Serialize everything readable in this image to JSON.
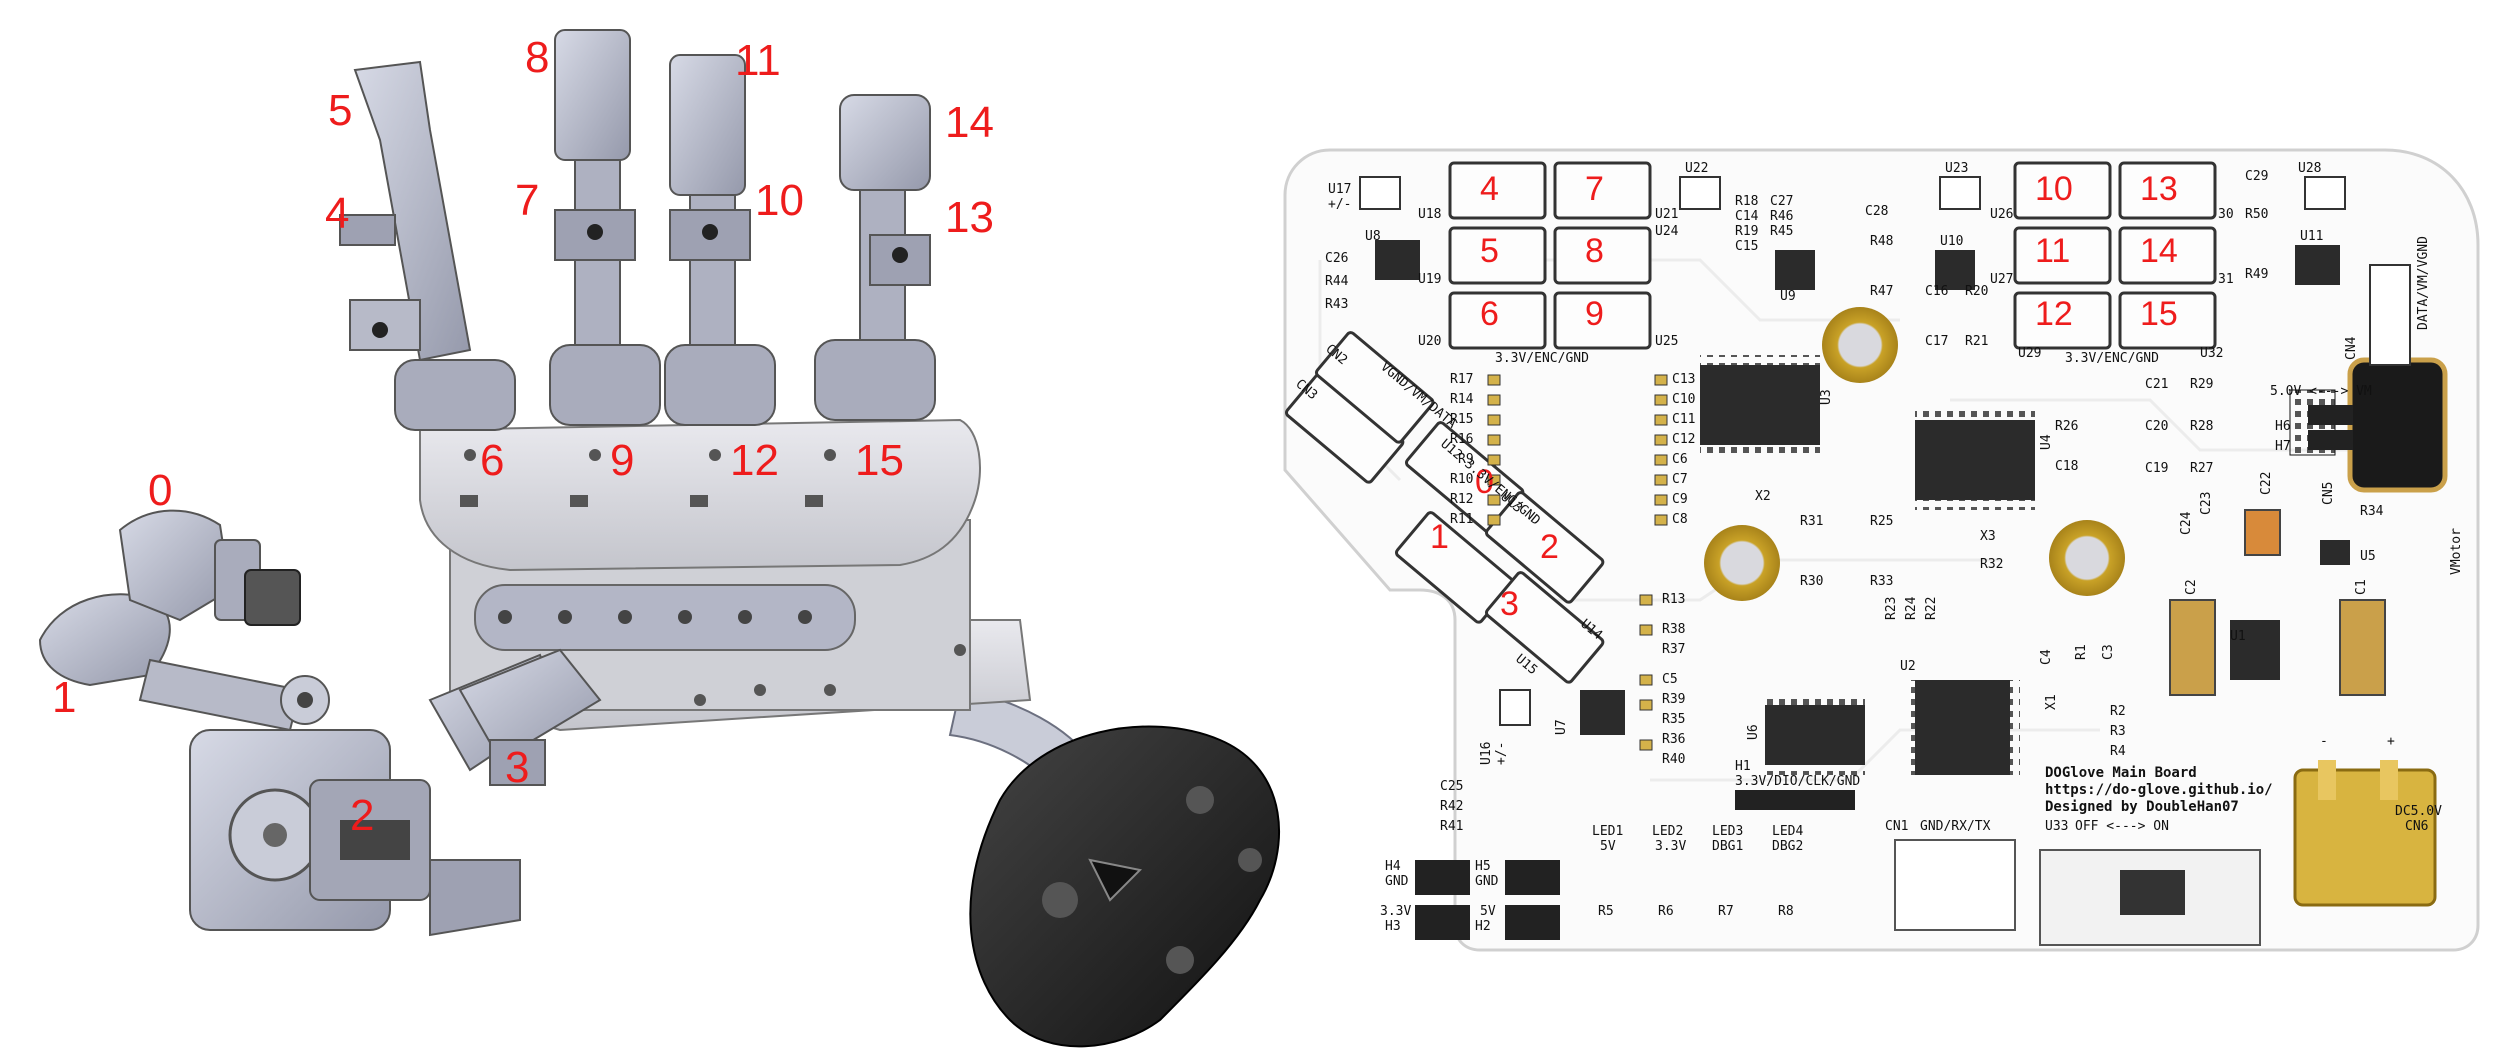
{
  "colors": {
    "label_red": "#ee1c1c",
    "part_gray": "#b9bdcc",
    "part_dark": "#6c7080",
    "pcb_white": "#fbfbfb",
    "gold": "#c9a227",
    "tracker_black": "#2a2a2a"
  },
  "hand": {
    "finger_labels": [
      "0",
      "1",
      "2",
      "3",
      "4",
      "5",
      "6",
      "7",
      "8",
      "9",
      "10",
      "11",
      "12",
      "13",
      "14",
      "15"
    ]
  },
  "pcb": {
    "channel_labels": [
      "0",
      "1",
      "2",
      "3",
      "4",
      "5",
      "6",
      "7",
      "8",
      "9",
      "10",
      "11",
      "12",
      "13",
      "14",
      "15"
    ],
    "connector_labels": {
      "encoder_left": "3.3V/ENC/GND",
      "encoder_right": "3.3V/ENC/GND",
      "vgnd_left": "VGND/VM/DATA",
      "u12_label": "U12 3.3V/ENC/GND",
      "cn4": "DATA/VM/VGND",
      "vmotor": "VMotor",
      "h1": "3.3V/DIO/CLK/GND",
      "cn1": "GND/RX/TX",
      "switch": "OFF <---> ON",
      "jumper": "5.0V <---> VM",
      "power_in": "DC5.0V"
    },
    "board_text": [
      "DOGlove Main Board",
      "https://do-glove.github.io/",
      "Designed by DoubleHan07"
    ],
    "designators": {
      "u17": "U17",
      "u17_sub": "+/-",
      "u18": "U18",
      "u19": "U19",
      "u20": "U20",
      "u21": "U21",
      "u22": "U22",
      "u24": "U24",
      "u25": "U25",
      "u23": "U23",
      "u26": "U26",
      "u27": "U27",
      "u28": "U28",
      "u29": "U29",
      "u30": "30",
      "u31": "31",
      "u32": "U32",
      "u8": "U8",
      "u9": "U9",
      "u10": "U10",
      "u11": "U11",
      "u3": "U3",
      "u4": "U4",
      "u2": "U2",
      "u6": "U6",
      "u7": "U7",
      "u1": "U1",
      "u5": "U5",
      "u12": "U12",
      "u13": "U13",
      "u14": "U14",
      "u15": "U15",
      "u16": "U16",
      "u33": "U33",
      "r18": "R18",
      "c27": "C27",
      "c14": "C14",
      "r46": "R46",
      "r19": "R19",
      "r45": "R45",
      "c15": "C15",
      "c26": "C26",
      "r44": "R44",
      "r43": "R43",
      "c28": "C28",
      "r48": "R48",
      "r47": "R47",
      "c16": "C16",
      "r20": "R20",
      "c17": "C17",
      "r21": "R21",
      "c29": "C29",
      "r50": "R50",
      "r49": "R49",
      "r17": "R17",
      "r14": "R14",
      "r15": "R15",
      "r16": "R16",
      "r9": "R9",
      "r10": "R10",
      "r12": "R12",
      "r11": "R11",
      "c13": "C13",
      "c10": "C10",
      "c11": "C11",
      "c12": "C12",
      "c6": "C6",
      "c7": "C7",
      "c9": "C9",
      "c8": "C8",
      "x2": "X2",
      "x3": "X3",
      "x1": "X1",
      "r31": "R31",
      "r30": "R30",
      "r25": "R25",
      "r33": "R33",
      "r32": "R32",
      "r23": "R23",
      "r24": "R24",
      "r22": "R22",
      "r26": "R26",
      "c18": "C18",
      "c21": "C21",
      "r29": "R29",
      "c20": "C20",
      "r28": "R28",
      "c19": "C19",
      "r27": "R27",
      "c22": "C22",
      "c24": "C24",
      "c23": "C23",
      "r34": "R34",
      "h6": "H6",
      "h7": "H7",
      "cn5": "CN5",
      "cn4": "CN4",
      "cn2": "CN2",
      "cn3": "CN3",
      "cn6": "CN6",
      "cn1": "CN1",
      "r13": "R13",
      "r38": "R38",
      "r37": "R37",
      "c5": "C5",
      "r39": "R39",
      "r35": "R35",
      "r36": "R36",
      "r40": "R40",
      "c4": "C4",
      "r1": "R1",
      "c3": "C3",
      "r2": "R2",
      "r3": "R3",
      "r4": "R4",
      "c2": "C2",
      "c1": "C1",
      "c25": "C25",
      "r42": "R42",
      "r41": "R41",
      "h1": "H1",
      "h4": "H4",
      "h4_sub": "GND",
      "h5": "H5",
      "h5_sub": "GND",
      "h3": "3.3V",
      "h3_sub": "H3",
      "h2": "5V",
      "h2_sub": "H2",
      "led1": "LED1",
      "led1_sub": "5V",
      "led2": "LED2",
      "led2_sub": "3.3V",
      "led3": "LED3",
      "led3_sub": "DBG1",
      "led4": "LED4",
      "led4_sub": "DBG2",
      "r5": "R5",
      "r6": "R6",
      "r7": "R7",
      "r8": "R8",
      "plus": "+",
      "minus": "-",
      "u16_sub": "+/-"
    }
  }
}
